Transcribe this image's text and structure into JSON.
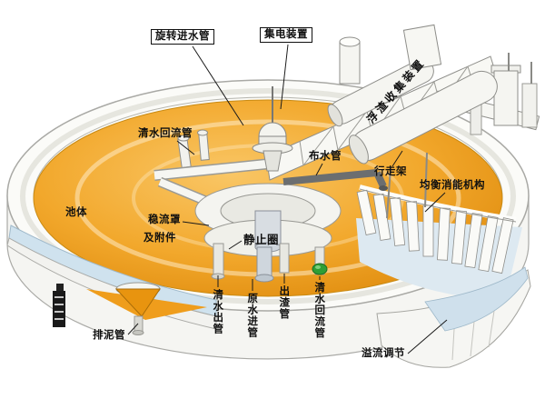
{
  "diagram": {
    "labels": {
      "rotating_inlet_pipe": "旋转进水管",
      "current_collector": "集电装置",
      "scum_collection_device": "浮渣收集装置",
      "clear_water_return_pipe_upper": "清水回流管",
      "water_distribution_pipe": "布水管",
      "traveling_frame": "行走架",
      "energy_dissipation_mechanism": "均衡消能机构",
      "tank_body": "池体",
      "flow_stabilizing_cover": "稳流罩",
      "and_accessories": "及附件",
      "static_ring": "静止圈",
      "clear_water_outlet_pipe": "清水出管",
      "raw_water_inlet_pipe": "原水进管",
      "slag_discharge_pipe": "出渣管",
      "clear_water_return_pipe_lower": "清水回流管",
      "sludge_discharge_pipe": "排泥管",
      "overflow_adjustment": "溢流调节"
    },
    "colors": {
      "water_orange": "#ec9a13",
      "water_orange_light": "#f9c665",
      "structure_white": "#f6f6f2",
      "wall_blue": "#cfe2ee",
      "valve_green": "#2e9e35",
      "outline_gray": "#8e8e8a",
      "label_text": "#101010"
    }
  }
}
